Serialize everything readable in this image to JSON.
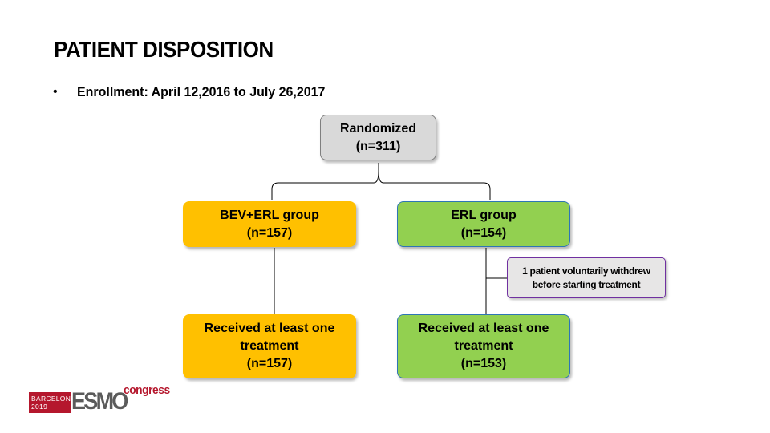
{
  "slide": {
    "title": "PATIENT DISPOSITION",
    "bullet": "Enrollment: April 12,2016 to July 26,2017"
  },
  "flowchart": {
    "randomized": {
      "line1": "Randomized",
      "line2": "(n=311)",
      "color": "#d9d9d9"
    },
    "bev_erl_group": {
      "line1": "BEV+ERL group",
      "line2": "(n=157)",
      "color": "#ffc000"
    },
    "erl_group": {
      "line1": "ERL group",
      "line2": "(n=154)",
      "color": "#92d050"
    },
    "bev_erl_treated": {
      "line1": "Received at least one",
      "line2": "treatment",
      "line3": "(n=157)",
      "color": "#ffc000"
    },
    "erl_treated": {
      "line1": "Received at least one",
      "line2": "treatment",
      "line3": "(n=153)",
      "color": "#92d050"
    },
    "withdrawal_note": {
      "line1": "1 patient voluntarily withdrew",
      "line2": "before starting treatment"
    }
  },
  "logo": {
    "city": "BARCELONA",
    "year": "2019",
    "brand": "ESMO",
    "suffix": "congress",
    "color": "#b5172d"
  }
}
